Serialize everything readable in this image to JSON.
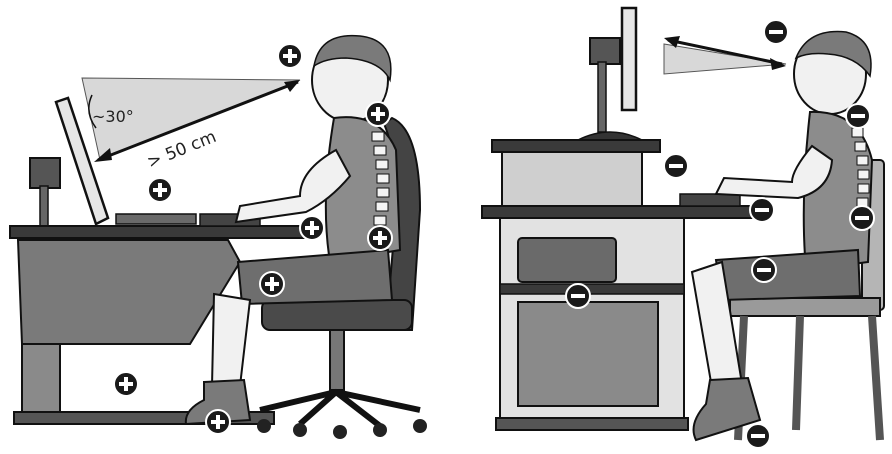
{
  "left_panel": {
    "angle_label": "~30°",
    "distance_label": "> 50 cm",
    "markers": [
      {
        "id": "eyes",
        "sign": "+"
      },
      {
        "id": "upper-back",
        "sign": "+"
      },
      {
        "id": "screen",
        "sign": "+"
      },
      {
        "id": "hands",
        "sign": "+"
      },
      {
        "id": "lower-back",
        "sign": "+"
      },
      {
        "id": "thighs",
        "sign": "+"
      },
      {
        "id": "legroom",
        "sign": "+"
      },
      {
        "id": "feet",
        "sign": "+"
      }
    ]
  },
  "right_panel": {
    "markers": [
      {
        "id": "sightline",
        "sign": "−"
      },
      {
        "id": "monitor-shelf",
        "sign": "−"
      },
      {
        "id": "upper-back",
        "sign": "−"
      },
      {
        "id": "hands",
        "sign": "−"
      },
      {
        "id": "mid-back",
        "sign": "−"
      },
      {
        "id": "thighs",
        "sign": "−"
      },
      {
        "id": "drawer",
        "sign": "−"
      },
      {
        "id": "feet",
        "sign": "−"
      }
    ]
  },
  "colors": {
    "ink": "#1a1a1a",
    "furniture": "#6e6e6e",
    "light": "#d4d4d4",
    "marker": "#1a1a1a"
  }
}
